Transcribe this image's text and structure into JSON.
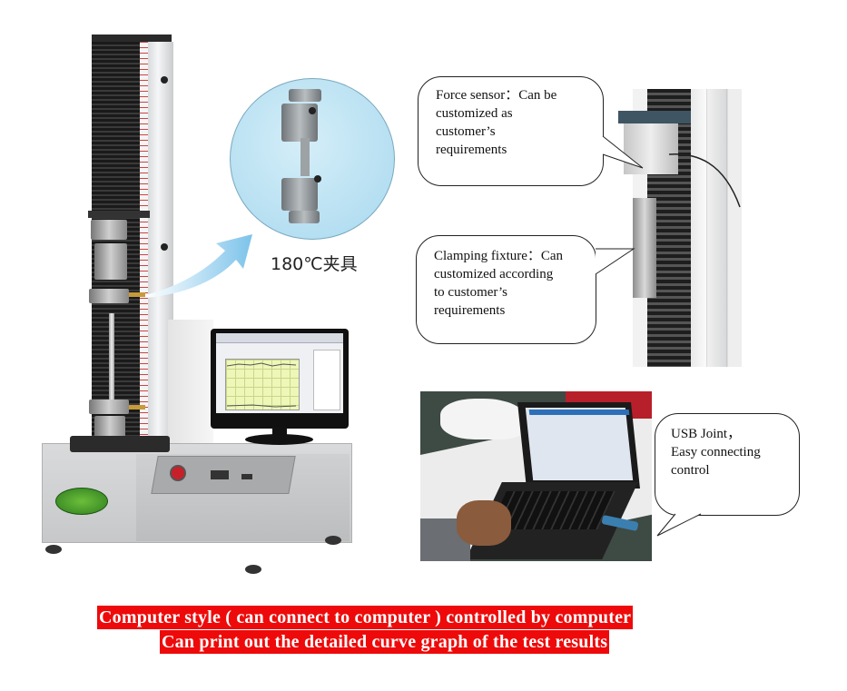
{
  "left_product": {
    "machine": "single-column tensile testing machine",
    "monitor_screen": "test software curve display",
    "inset": {
      "subject": "fixture close-up",
      "caption": "180℃夹具"
    }
  },
  "callouts": [
    {
      "id": "force-sensor",
      "lines": "Force sensor：Can be\ncustomized as\ncustomer’s\nrequirements"
    },
    {
      "id": "clamping-fixture",
      "lines": "Clamping fixture：Can\ncustomized according\nto customer’s\nrequirements"
    },
    {
      "id": "usb-joint",
      "lines": "USB Joint，\nEasy connecting\ncontrol"
    }
  ],
  "banner": {
    "line1": "Computer style ( can connect to computer ) controlled by computer",
    "line2": "Can print out the detailed curve graph of the test results",
    "background": "#ee0a0a",
    "text_color": "#ffffff"
  },
  "colors": {
    "inset_circle": "#a8d9ef",
    "arrow": "#7cc3ea",
    "estop": "#c8202a"
  }
}
